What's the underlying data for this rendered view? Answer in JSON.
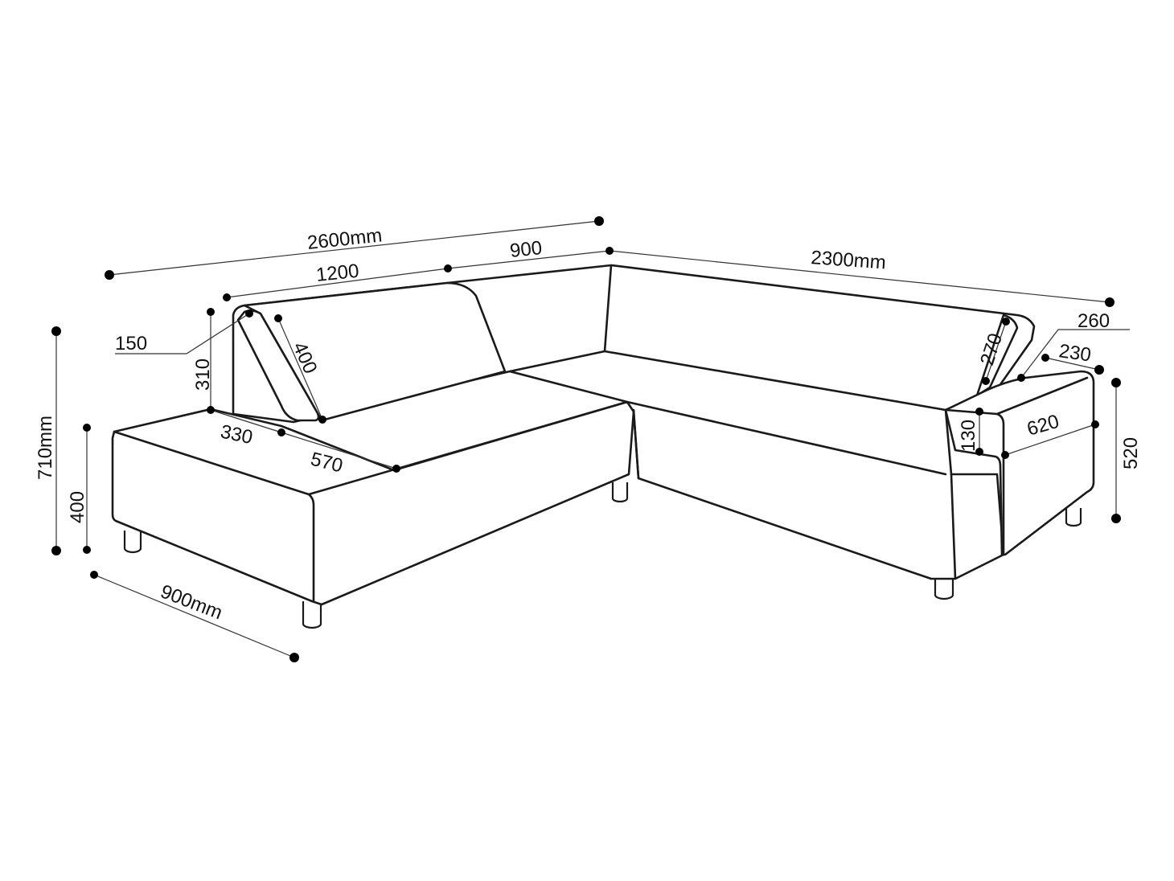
{
  "diagram": {
    "colors": {
      "line": "#1a1a1a",
      "dimension_line": "#333333",
      "background": "#ffffff"
    },
    "dimensions": {
      "overall_length_left": "2600mm",
      "overall_length_right": "2300mm",
      "back_segment_left": "1200",
      "back_segment_corner": "900",
      "cushion_thickness": "150",
      "back_height_above_seat": "310",
      "cushion_slope": "400",
      "cushion_depth": "330",
      "chaise_seat_depth": "570",
      "total_height": "710mm",
      "seat_height": "400",
      "chaise_width": "900mm",
      "right_cushion_height": "270",
      "right_back_thickness": "260",
      "armrest_width": "230",
      "armrest_height": "130",
      "armrest_depth": "620",
      "arm_height": "520"
    }
  }
}
